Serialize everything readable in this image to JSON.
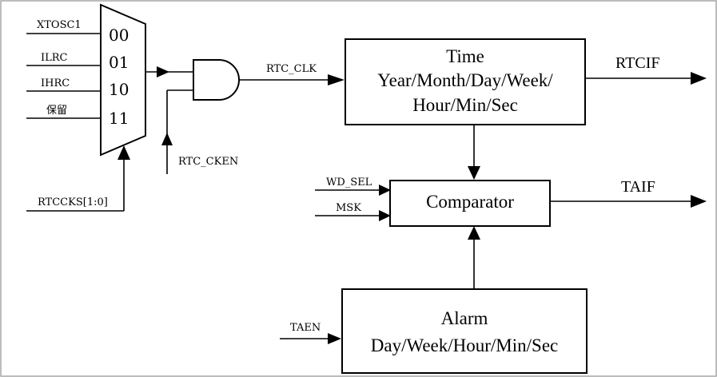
{
  "mux": {
    "inputs": [
      "XTOSC1",
      "ILRC",
      "IHRC",
      "保留"
    ],
    "codes": [
      "00",
      "01",
      "10",
      "11"
    ],
    "select": "RTCCKS[1:0]"
  },
  "gate": {
    "enable": "RTC_CKEN",
    "output": "RTC_CLK"
  },
  "time_block": {
    "line1": "Time",
    "line2": "Year/Month/Day/Week/",
    "line3": "Hour/Min/Sec",
    "output": "RTCIF"
  },
  "comparator": {
    "label": "Comparator",
    "inputs": [
      "WD_SEL",
      "MSK"
    ],
    "output": "TAIF"
  },
  "alarm_block": {
    "line1": "Alarm",
    "line2": "Day/Week/Hour/Min/Sec",
    "input": "TAEN"
  }
}
